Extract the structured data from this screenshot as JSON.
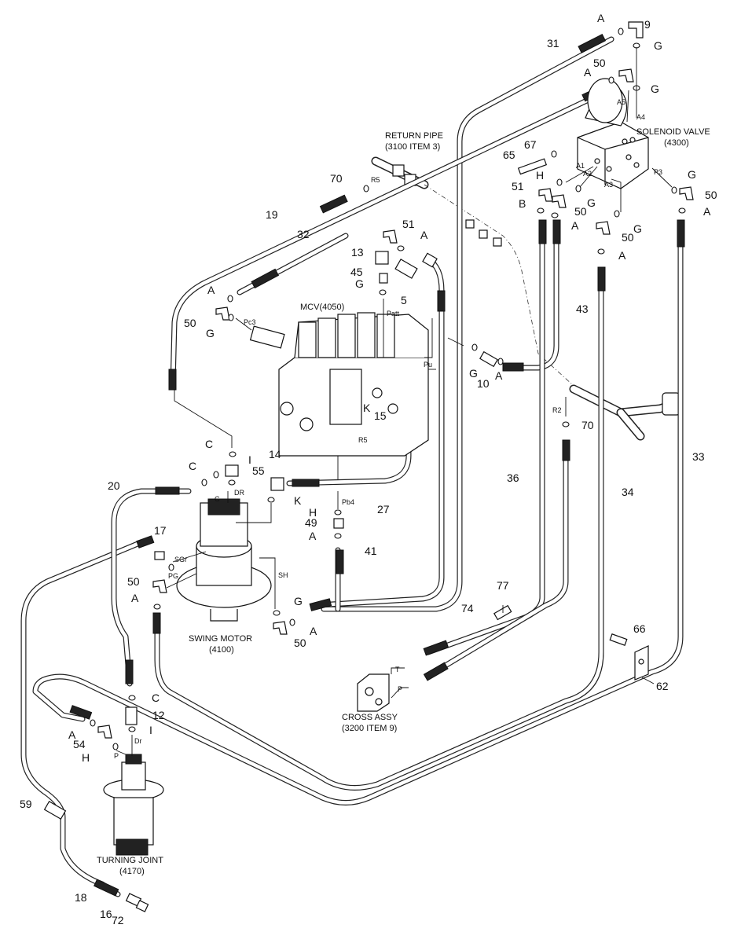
{
  "labels": {
    "return_pipe": "RETURN PIPE",
    "return_pipe_ref": "(3100 ITEM 3)",
    "solenoid": "SOLENOID VALVE",
    "solenoid_ref": "(4300)",
    "mcv": "MCV(4050)",
    "swing_motor": "SWING MOTOR",
    "swing_motor_ref": "(4100)",
    "cross_assy": "CROSS ASSY",
    "cross_assy_ref": "(3200 ITEM 9)",
    "turning_joint": "TURNING JOINT",
    "turning_joint_ref": "(4170)"
  },
  "callouts": [
    {
      "id": "c9",
      "text": "9"
    },
    {
      "id": "cA1",
      "text": "A"
    },
    {
      "id": "cG1",
      "text": "G"
    },
    {
      "id": "c31",
      "text": "31"
    },
    {
      "id": "c50a",
      "text": "50"
    },
    {
      "id": "cA2",
      "text": "A"
    },
    {
      "id": "cG2",
      "text": "G"
    },
    {
      "id": "c67",
      "text": "67"
    },
    {
      "id": "c65",
      "text": "65"
    },
    {
      "id": "cH1",
      "text": "H"
    },
    {
      "id": "cG3",
      "text": "G"
    },
    {
      "id": "c50b",
      "text": "50"
    },
    {
      "id": "c51a",
      "text": "51"
    },
    {
      "id": "cG4",
      "text": "G"
    },
    {
      "id": "cB",
      "text": "B"
    },
    {
      "id": "c50c",
      "text": "50"
    },
    {
      "id": "cA3",
      "text": "A"
    },
    {
      "id": "cA4",
      "text": "A"
    },
    {
      "id": "cG5",
      "text": "G"
    },
    {
      "id": "c50d",
      "text": "50"
    },
    {
      "id": "cA5",
      "text": "A"
    },
    {
      "id": "c70a",
      "text": "70"
    },
    {
      "id": "c19",
      "text": "19"
    },
    {
      "id": "c32",
      "text": "32"
    },
    {
      "id": "c51b",
      "text": "51"
    },
    {
      "id": "cA6",
      "text": "A"
    },
    {
      "id": "c13",
      "text": "13"
    },
    {
      "id": "c45",
      "text": "45"
    },
    {
      "id": "cG6",
      "text": "G"
    },
    {
      "id": "c5",
      "text": "5"
    },
    {
      "id": "cA7",
      "text": "A"
    },
    {
      "id": "c50e",
      "text": "50"
    },
    {
      "id": "cG7",
      "text": "G"
    },
    {
      "id": "c43",
      "text": "43"
    },
    {
      "id": "cG8",
      "text": "G"
    },
    {
      "id": "c10",
      "text": "10"
    },
    {
      "id": "cA8",
      "text": "A"
    },
    {
      "id": "c15",
      "text": "15"
    },
    {
      "id": "cK1",
      "text": "K"
    },
    {
      "id": "c70b",
      "text": "70"
    },
    {
      "id": "c33",
      "text": "33"
    },
    {
      "id": "cC1",
      "text": "C"
    },
    {
      "id": "cC2",
      "text": "C"
    },
    {
      "id": "c55",
      "text": "55"
    },
    {
      "id": "cI1",
      "text": "I"
    },
    {
      "id": "c14",
      "text": "14"
    },
    {
      "id": "cK2",
      "text": "K"
    },
    {
      "id": "c36",
      "text": "36"
    },
    {
      "id": "c34",
      "text": "34"
    },
    {
      "id": "c20",
      "text": "20"
    },
    {
      "id": "c27",
      "text": "27"
    },
    {
      "id": "cH2",
      "text": "H"
    },
    {
      "id": "c49",
      "text": "49"
    },
    {
      "id": "cA9",
      "text": "A"
    },
    {
      "id": "c17",
      "text": "17"
    },
    {
      "id": "c41",
      "text": "41"
    },
    {
      "id": "c50f",
      "text": "50"
    },
    {
      "id": "cA10",
      "text": "A"
    },
    {
      "id": "cG9",
      "text": "G"
    },
    {
      "id": "c77",
      "text": "77"
    },
    {
      "id": "c74",
      "text": "74"
    },
    {
      "id": "c50g",
      "text": "50"
    },
    {
      "id": "cA11",
      "text": "A"
    },
    {
      "id": "c66",
      "text": "66"
    },
    {
      "id": "c62",
      "text": "62"
    },
    {
      "id": "cC3",
      "text": "C"
    },
    {
      "id": "c12",
      "text": "12"
    },
    {
      "id": "cI2",
      "text": "I"
    },
    {
      "id": "cA12",
      "text": "A"
    },
    {
      "id": "c54",
      "text": "54"
    },
    {
      "id": "cH3",
      "text": "H"
    },
    {
      "id": "c59",
      "text": "59"
    },
    {
      "id": "c18",
      "text": "18"
    },
    {
      "id": "c16",
      "text": "16"
    },
    {
      "id": "c72",
      "text": "72"
    }
  ],
  "port_labels": [
    {
      "id": "pA5",
      "text": "A5"
    },
    {
      "id": "pA4",
      "text": "A4"
    },
    {
      "id": "pA1",
      "text": "A1"
    },
    {
      "id": "pA2",
      "text": "A2"
    },
    {
      "id": "pA3",
      "text": "A3"
    },
    {
      "id": "pP3",
      "text": "P3"
    },
    {
      "id": "pR5",
      "text": "R5"
    },
    {
      "id": "pPatt",
      "text": "Patt"
    },
    {
      "id": "pPc3",
      "text": "Pc3"
    },
    {
      "id": "pPu",
      "text": "Pu"
    },
    {
      "id": "pR5b",
      "text": "R5"
    },
    {
      "id": "pR2",
      "text": "R2"
    },
    {
      "id": "pDR",
      "text": "DR"
    },
    {
      "id": "pC",
      "text": "C"
    },
    {
      "id": "pPb4",
      "text": "Pb4"
    },
    {
      "id": "pSGr",
      "text": "SGr"
    },
    {
      "id": "pPG",
      "text": "PG"
    },
    {
      "id": "pSH",
      "text": "SH"
    },
    {
      "id": "pT",
      "text": "T"
    },
    {
      "id": "pP",
      "text": "P"
    },
    {
      "id": "pDr",
      "text": "Dr"
    },
    {
      "id": "pPtj",
      "text": "P"
    }
  ]
}
